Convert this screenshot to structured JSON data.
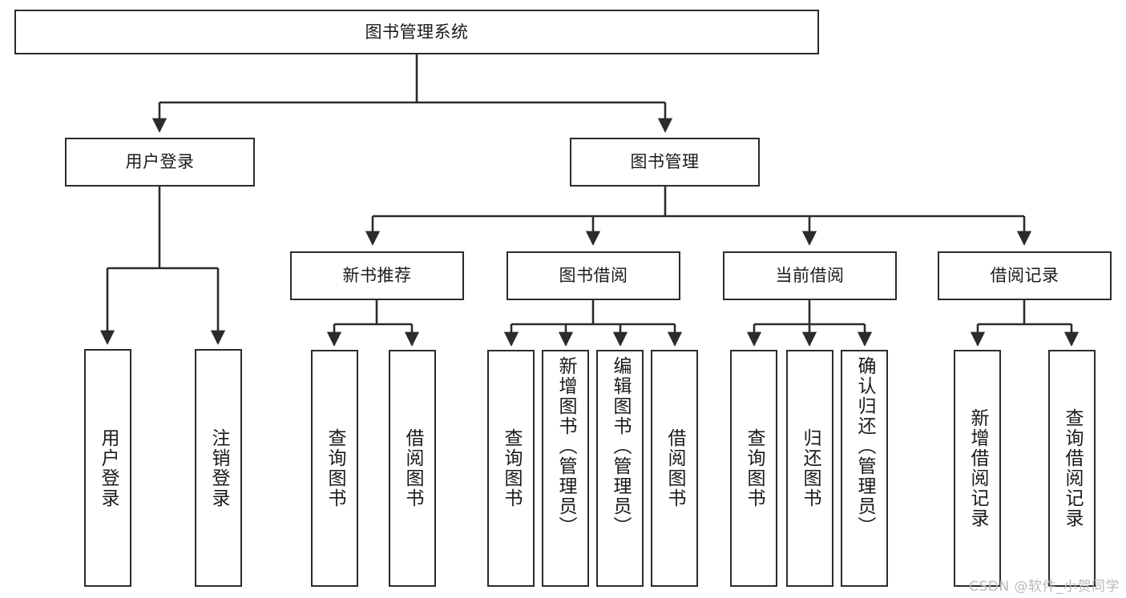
{
  "diagram": {
    "type": "tree-hierarchy",
    "title": "图书管理系统",
    "watermark": "CSDN @软件_小贺同学",
    "colors": {
      "stroke": "#2b2b2b",
      "fill": "#ffffff",
      "text": "#1a1a1a",
      "watermark": "#b9b9b9"
    },
    "nodes": {
      "root": {
        "label": "图书管理系统",
        "orientation": "horizontal"
      },
      "level1": [
        {
          "id": "user-login",
          "label": "用户登录",
          "orientation": "horizontal"
        },
        {
          "id": "book-management",
          "label": "图书管理",
          "orientation": "horizontal"
        }
      ],
      "level2": [
        {
          "id": "new-book-recommend",
          "label": "新书推荐",
          "orientation": "horizontal"
        },
        {
          "id": "book-borrow",
          "label": "图书借阅",
          "orientation": "horizontal"
        },
        {
          "id": "current-borrow",
          "label": "当前借阅",
          "orientation": "horizontal"
        },
        {
          "id": "borrow-record",
          "label": "借阅记录",
          "orientation": "horizontal"
        }
      ],
      "leaves": {
        "user-login": [
          {
            "id": "leaf-user-login",
            "label": "用户登录"
          },
          {
            "id": "leaf-logout-login",
            "label": "注销登录"
          }
        ],
        "new-book-recommend": [
          {
            "id": "leaf-query-book-1",
            "label": "查询图书"
          },
          {
            "id": "leaf-borrow-book-1",
            "label": "借阅图书"
          }
        ],
        "book-borrow": [
          {
            "id": "leaf-query-book-2",
            "label": "查询图书"
          },
          {
            "id": "leaf-add-book",
            "label": "新增图书（管理员）"
          },
          {
            "id": "leaf-edit-book",
            "label": "编辑图书（管理员）"
          },
          {
            "id": "leaf-borrow-book-2",
            "label": "借阅图书"
          }
        ],
        "current-borrow": [
          {
            "id": "leaf-query-book-3",
            "label": "查询图书"
          },
          {
            "id": "leaf-return-book",
            "label": "归还图书"
          },
          {
            "id": "leaf-confirm-return",
            "label": "确认归还（管理员）"
          }
        ],
        "borrow-record": [
          {
            "id": "leaf-add-record",
            "label": "新增借阅记录"
          },
          {
            "id": "leaf-query-record",
            "label": "查询借阅记录"
          }
        ]
      }
    }
  }
}
